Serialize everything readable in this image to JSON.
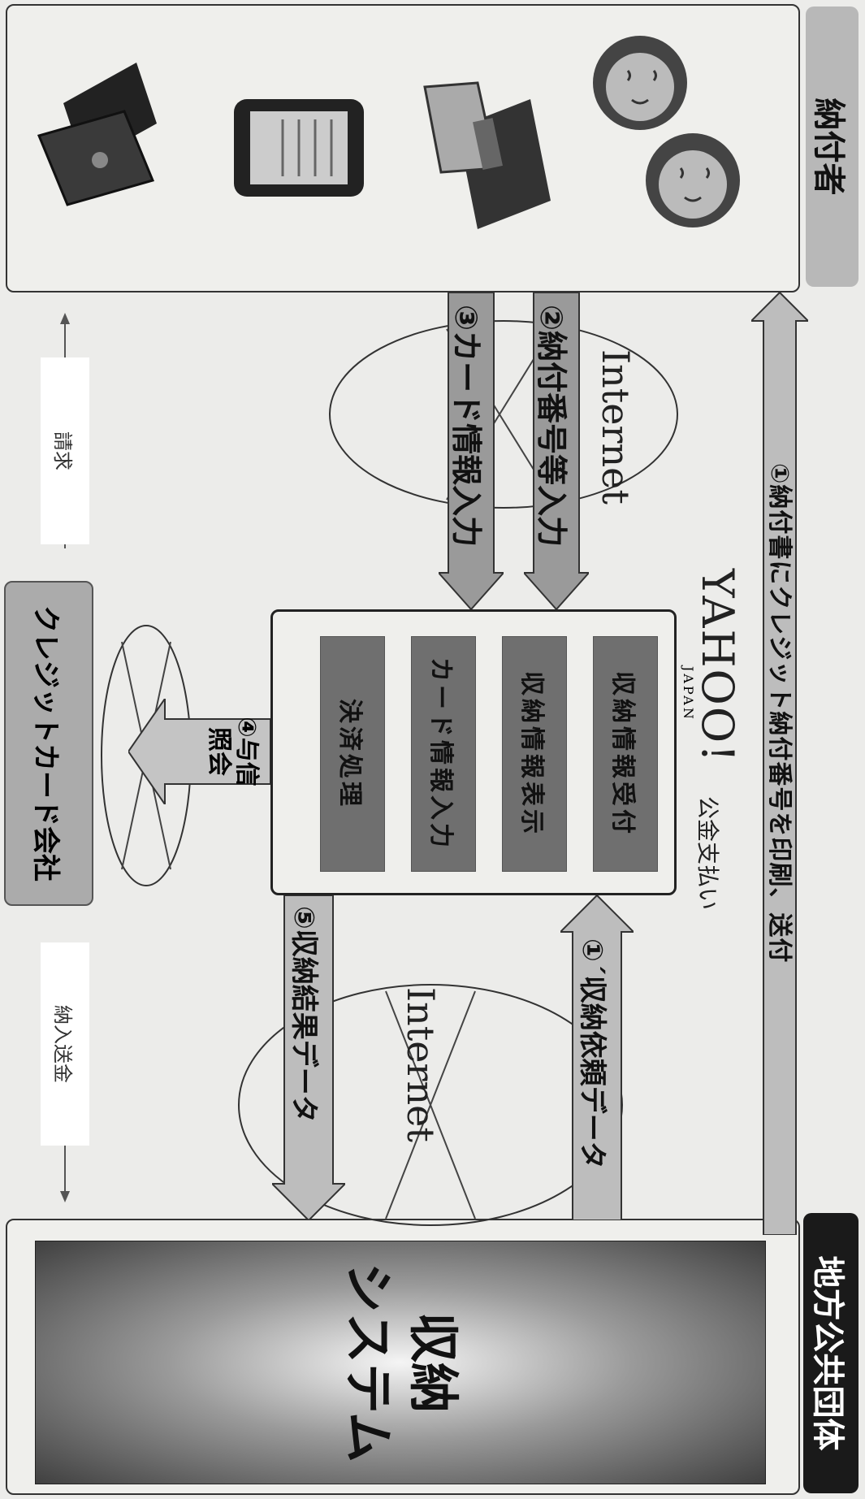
{
  "actors": {
    "payer": "納付者",
    "local_gov": "地方公共団体",
    "card_company": "クレジットカード会社",
    "system": "収納\nシステム"
  },
  "steps": {
    "s1": "①納付書にクレジット納付番号を印刷、送付",
    "s1b": "①´収納依頼データ",
    "s2": "②納付番号等入力",
    "s3": "③カード情報入力",
    "s4": "④与信照会",
    "s5": "⑤収納結果データ"
  },
  "internet": [
    "Internet",
    "Internet"
  ],
  "yahoo": {
    "logo": "YAHOO!",
    "sub": "JAPAN",
    "service": "公金支払い"
  },
  "functions": [
    "収納情報受付",
    "収納情報表示",
    "カード情報入力",
    "決済処理"
  ],
  "flows": {
    "billing": "請求",
    "remittance": "納入送金"
  },
  "icons": [
    "flip-phone-icon",
    "smartphone-icon",
    "laptop-icon",
    "person-icon",
    "person-icon"
  ]
}
